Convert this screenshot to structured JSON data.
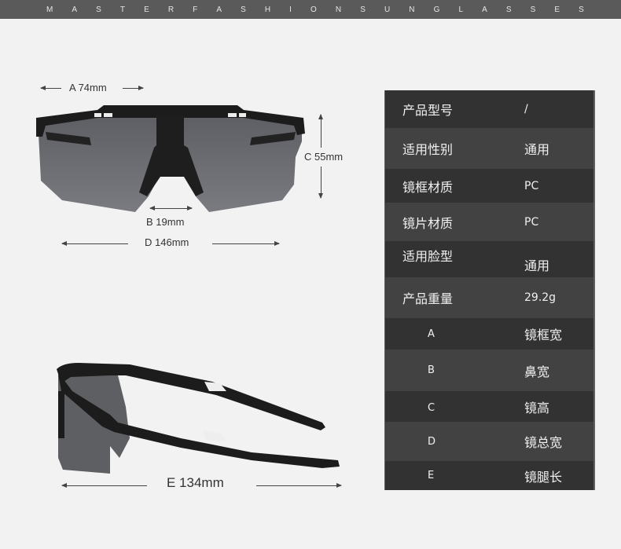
{
  "banner": {
    "title": "MASTERFASHIONSUNGLASSES",
    "letters": [
      "M",
      "A",
      "S",
      "T",
      "E",
      "R",
      "F",
      "A",
      "S",
      "H",
      "I",
      "O",
      "N",
      "S",
      "U",
      "N",
      "G",
      "L",
      "A",
      "S",
      "S",
      "E",
      "S"
    ],
    "background": "#5a5a5a"
  },
  "front_view": {
    "dim_a": "A 74mm",
    "dim_b": "B 19mm",
    "dim_c": "C 55mm",
    "dim_d": "D 146mm"
  },
  "side_view": {
    "dim_e": "E 134mm"
  },
  "spec_table": {
    "colors": {
      "dark_row": "#323232",
      "light_row": "#424242",
      "text": "#f0f0f0"
    },
    "rows": [
      {
        "key": "产品型号",
        "value": "/"
      },
      {
        "key": "适用性别",
        "value": "通用"
      },
      {
        "key": "镜框材质",
        "value": "PC"
      },
      {
        "key": "镜片材质",
        "value": "PC"
      },
      {
        "key": "适用脸型",
        "value": "通用"
      },
      {
        "key": "产品重量",
        "value": "29.2g"
      },
      {
        "key": "A",
        "value": "镜框宽"
      },
      {
        "key": "B",
        "value": "鼻宽"
      },
      {
        "key": "C",
        "value": "镜高"
      },
      {
        "key": "D",
        "value": "镜总宽"
      },
      {
        "key": "E",
        "value": "镜腿长"
      }
    ]
  }
}
